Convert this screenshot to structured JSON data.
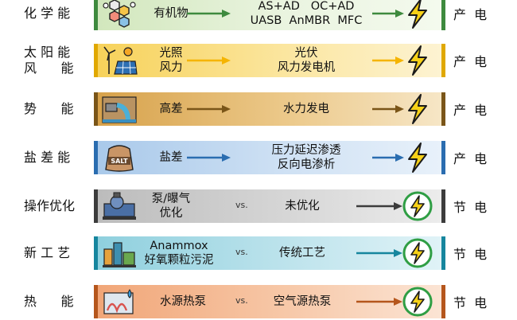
{
  "rows": [
    {
      "label": [
        "化 学 能"
      ],
      "t1": [
        "有机物"
      ],
      "t2": [
        "AS+AD   OC+AD",
        "UASB  AnMBR  MFC"
      ],
      "vs": "",
      "right": "产  电",
      "color": "#3e8a3e"
    },
    {
      "label": [
        "太 阳 能",
        "风      能"
      ],
      "t1": [
        "光照",
        "风力"
      ],
      "t2": [
        "光伏",
        "风力发电机"
      ],
      "vs": "",
      "right": "产  电",
      "color": "#e0a800"
    },
    {
      "label": [
        "势      能"
      ],
      "t1": [
        "高差"
      ],
      "t2": [
        "水力发电"
      ],
      "vs": "",
      "right": "产  电",
      "color": "#7a5518"
    },
    {
      "label": [
        "盐 差 能"
      ],
      "t1": [
        "盐差"
      ],
      "t2": [
        "压力延迟渗透",
        "反向电渗析"
      ],
      "vs": "",
      "right": "产  电",
      "color": "#2a6db0"
    },
    {
      "label": [
        "操作优化"
      ],
      "t1": [
        "泵/曝气",
        "优化"
      ],
      "t2": [
        "未优化"
      ],
      "vs": "vs.",
      "right": "节  电",
      "color": "#3c3c3c"
    },
    {
      "label": [
        "新 工 艺"
      ],
      "t1": [
        "Anammox",
        "好氧颗粒污泥"
      ],
      "t2": [
        "传统工艺"
      ],
      "vs": "vs.",
      "right": "节  电",
      "color": "#16869e"
    },
    {
      "label": [
        "热      能"
      ],
      "t1": [
        "水源热泵"
      ],
      "t2": [
        "空气源热泵"
      ],
      "vs": "vs.",
      "right": "节  电",
      "color": "#b5561c"
    }
  ],
  "icons": [
    "hexagon-molecule-icon",
    "solar-wind-icon",
    "outfall-pipe-icon",
    "salt-sack-icon",
    "pump-icon",
    "process-plant-icon",
    "heat-pump-icon"
  ],
  "end_icons": [
    "lightning-icon",
    "lightning-icon",
    "lightning-icon",
    "lightning-icon",
    "energy-saving-icon",
    "energy-saving-icon",
    "energy-saving-icon"
  ]
}
